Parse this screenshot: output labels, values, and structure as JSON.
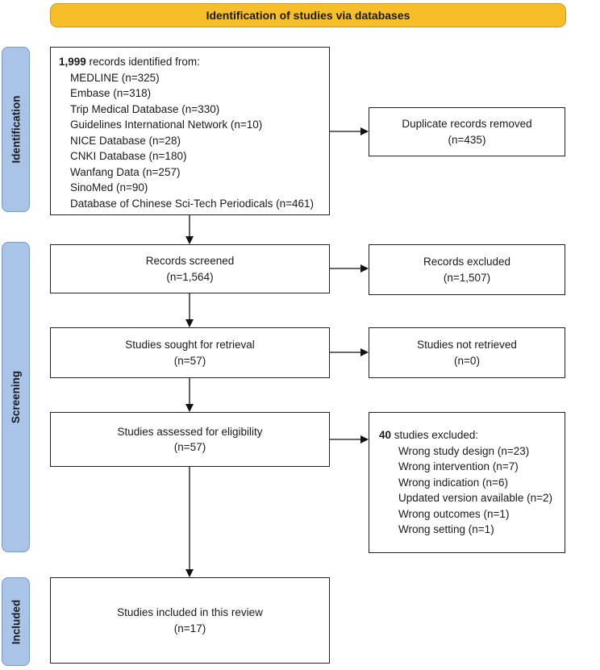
{
  "banner": {
    "title": "Identification of studies via databases"
  },
  "phases": {
    "identification": "Identification",
    "screening": "Screening",
    "included": "Included"
  },
  "identification_box": {
    "count": "1,999",
    "suffix": " records identified from:",
    "sources": [
      "MEDLINE (n=325)",
      "Embase (n=318)",
      "Trip Medical Database (n=330)",
      "Guidelines International Network (n=10)",
      "NICE Database (n=28)",
      "CNKI Database (n=180)",
      "Wanfang Data (n=257)",
      "SinoMed (n=90)",
      "Database of Chinese Sci-Tech Periodicals (n=461)"
    ]
  },
  "duplicates": {
    "label": "Duplicate records removed",
    "n": "(n=435)"
  },
  "screened": {
    "label": "Records screened",
    "n": "(n=1,564)"
  },
  "excluded": {
    "label": "Records excluded",
    "n": "(n=1,507)"
  },
  "sought": {
    "label": "Studies sought for retrieval",
    "n": "(n=57)"
  },
  "not_retrieved": {
    "label": "Studies not retrieved",
    "n": "(n=0)"
  },
  "assessed": {
    "label": "Studies assessed for eligibility",
    "n": "(n=57)"
  },
  "excluded_studies": {
    "count": "40",
    "suffix": " studies excluded:",
    "reasons": [
      "Wrong study design (n=23)",
      "Wrong intervention (n=7)",
      "Wrong indication (n=6)",
      "Updated version available (n=2)",
      "Wrong outcomes (n=1)",
      "Wrong setting (n=1)"
    ]
  },
  "included_box": {
    "label": "Studies included in this review",
    "n": "(n=17)"
  },
  "colors": {
    "banner": "#f6bf2a",
    "phase": "#a9c4e6",
    "border": "#222222"
  }
}
